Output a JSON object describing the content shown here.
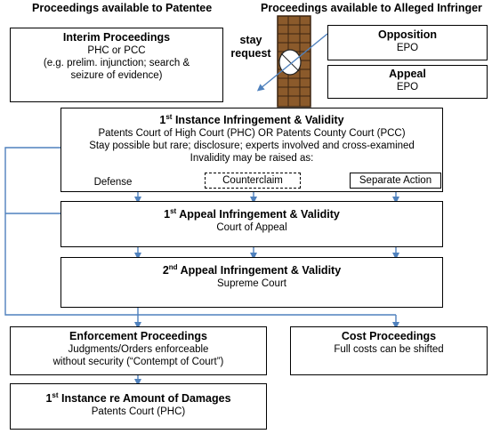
{
  "headers": {
    "left": "Proceedings available to Patentee",
    "right": "Proceedings available to Alleged Infringer"
  },
  "stay_request": [
    "stay",
    "request"
  ],
  "interim": {
    "title": "Interim Proceedings",
    "lines": [
      "PHC or PCC",
      "(e.g. prelim. injunction; search &",
      "seizure of evidence)"
    ]
  },
  "opposition": {
    "title": "Opposition",
    "body": "EPO"
  },
  "appeal_epo": {
    "title": "Appeal",
    "body": "EPO"
  },
  "first_instance": {
    "title_sup": "1",
    "title_sup_suffix": "st",
    "title_rest": " Instance Infringement & Validity",
    "lines": [
      "Patents Court of High Court (PHC) OR Patents County Court (PCC)",
      "Stay possible but rare; disclosure; experts involved and cross-examined",
      "Invalidity may be raised as:"
    ],
    "options": [
      "Defense",
      "Counterclaim",
      "Separate Action"
    ]
  },
  "first_appeal": {
    "title_sup": "1",
    "title_sup_suffix": "st",
    "title_rest": " Appeal Infringement & Validity",
    "body": "Court of Appeal"
  },
  "second_appeal": {
    "title_sup": "2",
    "title_sup_suffix": "nd",
    "title_rest": " Appeal Infringement & Validity",
    "body": "Supreme Court"
  },
  "enforcement": {
    "title": "Enforcement Proceedings",
    "lines": [
      "Judgments/Orders enforceable",
      "without security (“Contempt of Court”)"
    ]
  },
  "cost": {
    "title": "Cost Proceedings",
    "body": "Full costs can be shifted"
  },
  "damages": {
    "title_sup": "1",
    "title_sup_suffix": "st",
    "title_rest": " Instance re Amount of Damages",
    "body": "Patents Court (PHC)"
  },
  "colors": {
    "arrow": "#4f81bd",
    "wall": "#8b5a2b",
    "wall_dark": "#3b2410"
  }
}
